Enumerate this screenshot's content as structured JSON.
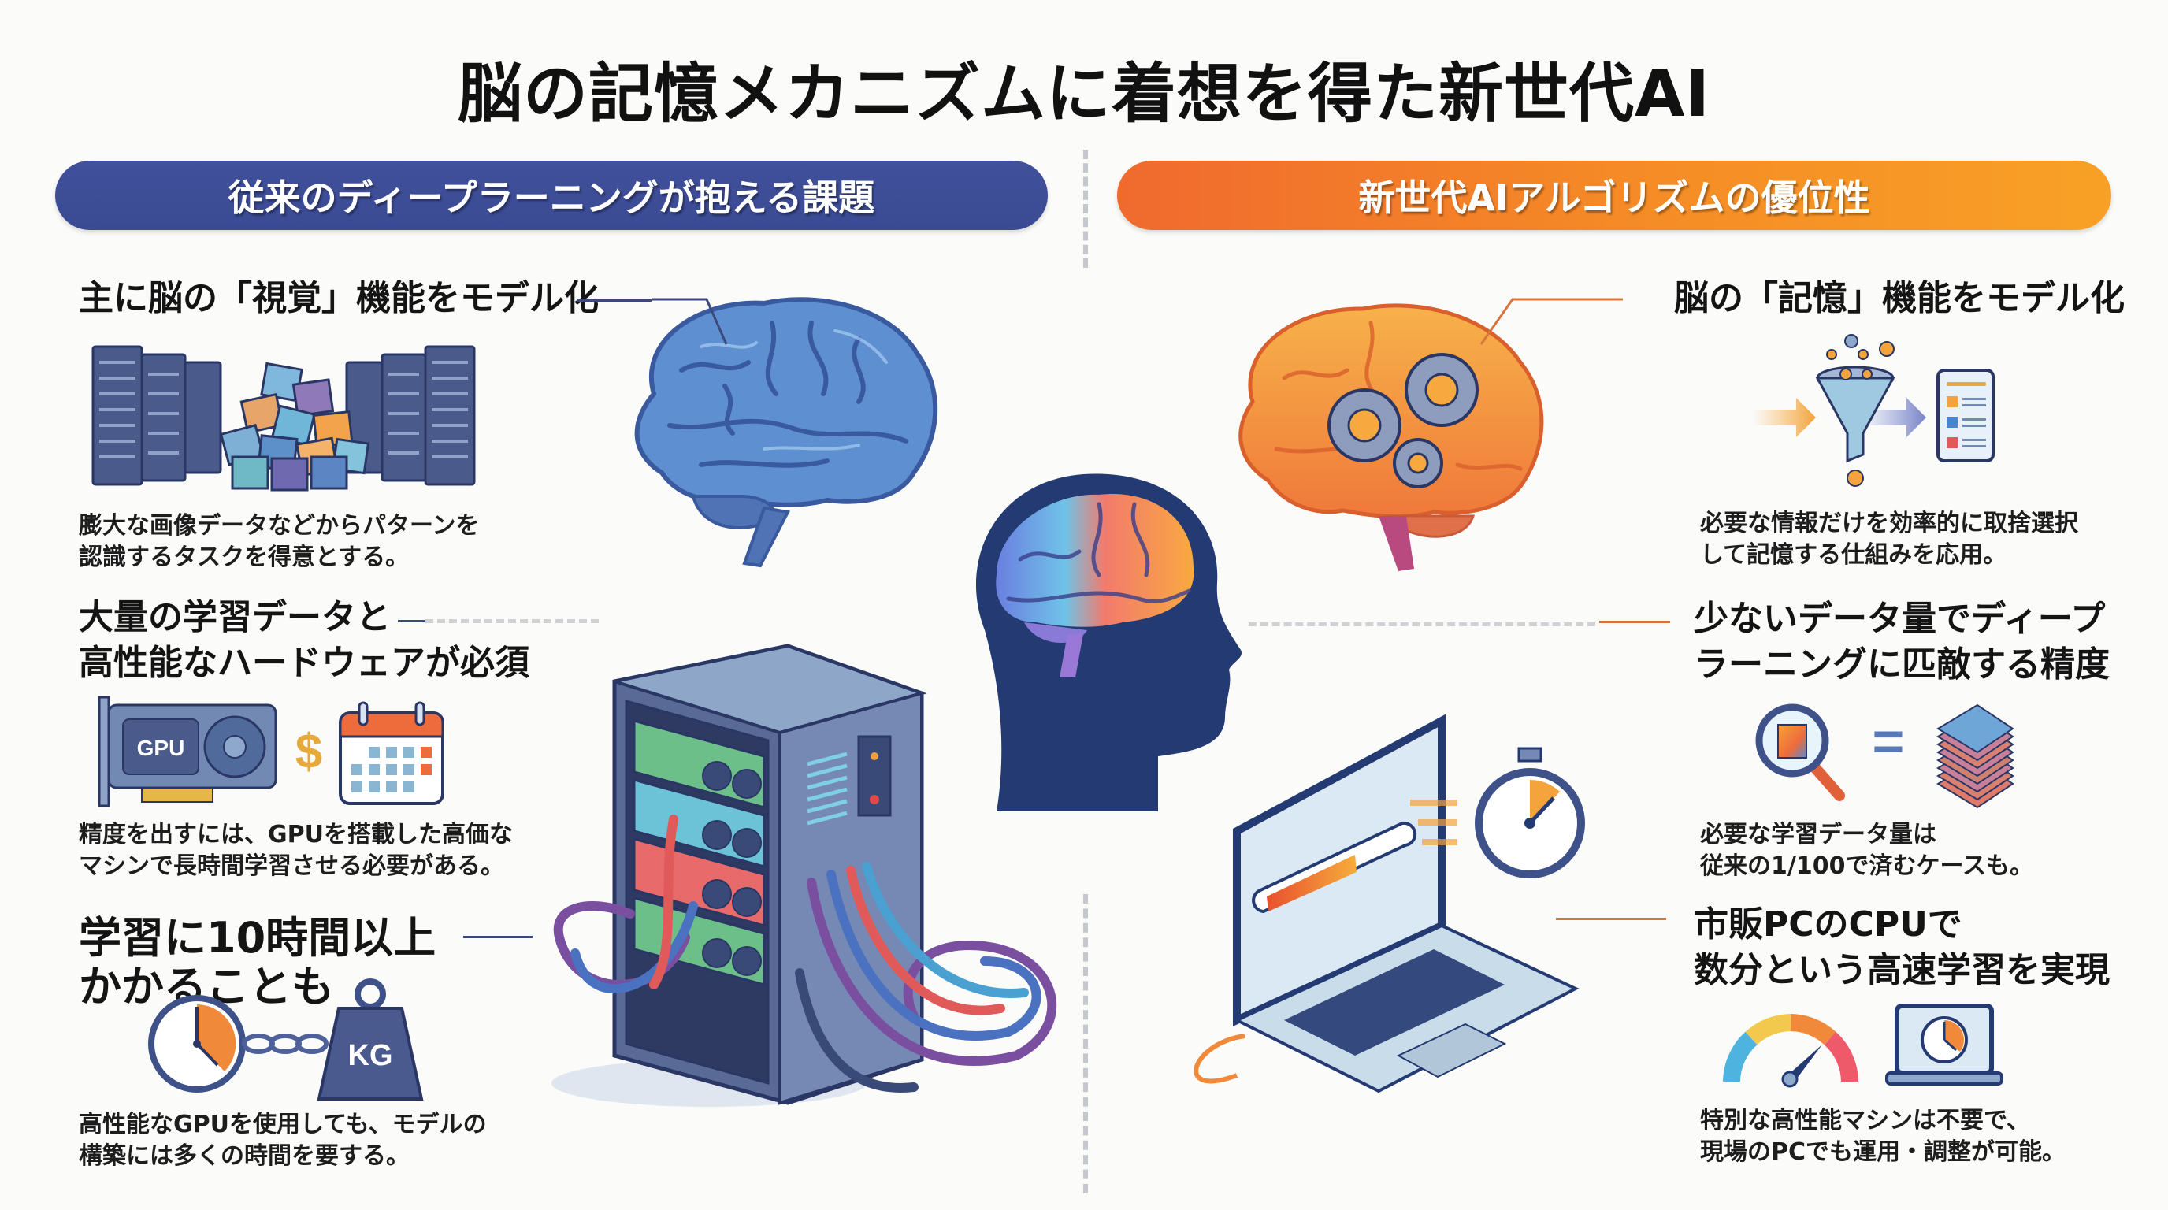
{
  "title": "脳の記憶メカニズムに着想を得た新世代AI",
  "colors": {
    "left_accent": "#3f4e98",
    "right_accent_start": "#f06a2e",
    "right_accent_end": "#f8a126",
    "navy": "#27386e",
    "text": "#141414"
  },
  "left_section": {
    "header": "従来のディープラーニングが抱える課題",
    "items": [
      {
        "heading": "主に脳の「視覚」機能をモデル化",
        "description_lines": [
          "膨大な画像データなどからパターンを",
          "認識するタスクを得意とする。"
        ],
        "illustration": "server-racks-with-image-pile-icon"
      },
      {
        "heading_lines": [
          "大量の学習データと",
          "高性能なハードウェアが必須"
        ],
        "description_lines": [
          "精度を出すには、GPUを搭載した高価な",
          "マシンで長時間学習させる必要がある。"
        ],
        "illustration": "gpu-dollar-calendar-icon",
        "gpu_label": "GPU",
        "currency_symbol": "$"
      },
      {
        "heading_lines": [
          "学習に10時間以上",
          "かかることも"
        ],
        "description_lines": [
          "高性能なGPUを使用しても、モデルの",
          "構築には多くの時間を要する。"
        ],
        "illustration": "clock-chained-to-weight-icon",
        "weight_label": "KG"
      }
    ],
    "center_illustrations": [
      "blue-brain-icon",
      "server-tower-with-cables-icon"
    ]
  },
  "right_section": {
    "header": "新世代AIアルゴリズムの優位性",
    "items": [
      {
        "heading": "脳の「記憶」機能をモデル化",
        "description_lines": [
          "必要な情報だけを効率的に取捨選択",
          "して記憶する仕組みを応用。"
        ],
        "illustration": "funnel-to-document-icon"
      },
      {
        "heading_lines": [
          "少ないデータ量でディープ",
          "ラーニングに匹敵する精度"
        ],
        "description_lines": [
          "必要な学習データ量は",
          "従来の1/100で済むケースも。"
        ],
        "illustration": "magnifier-equals-data-stack-icon",
        "equals_symbol": "="
      },
      {
        "heading_lines": [
          "市販PCのCPUで",
          "数分という高速学習を実現"
        ],
        "description_lines": [
          "特別な高性能マシンは不要で、",
          "現場のPCでも運用・調整が可能。"
        ],
        "illustration": "speedometer-laptop-clock-icon"
      }
    ],
    "center_illustrations": [
      "orange-brain-gears-icon",
      "laptop-progress-stopwatch-icon"
    ]
  },
  "center": {
    "illustration": "head-silhouette-gradient-brain-icon"
  }
}
